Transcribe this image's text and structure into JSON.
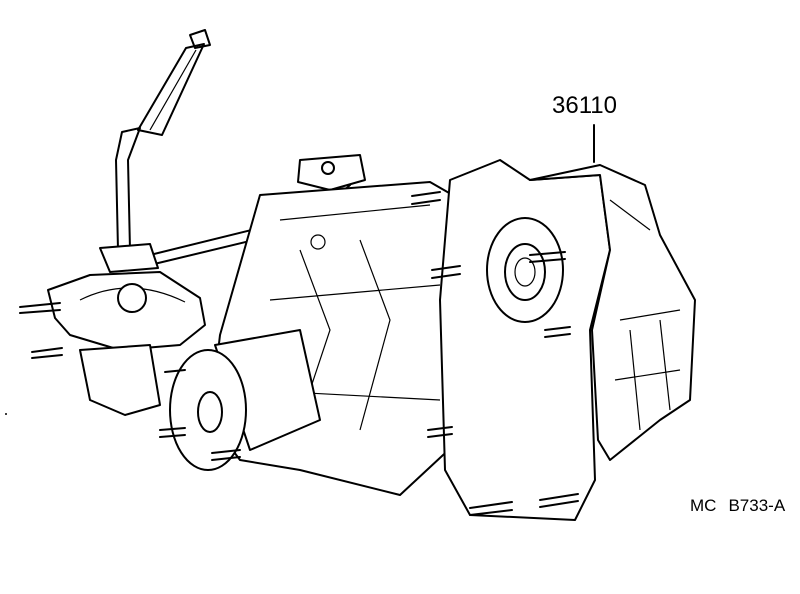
{
  "diagram": {
    "part_number": "36110",
    "figure_prefix": "MC",
    "figure_code": "B733-A"
  },
  "colors": {
    "line": "#000000",
    "background": "#ffffff"
  }
}
